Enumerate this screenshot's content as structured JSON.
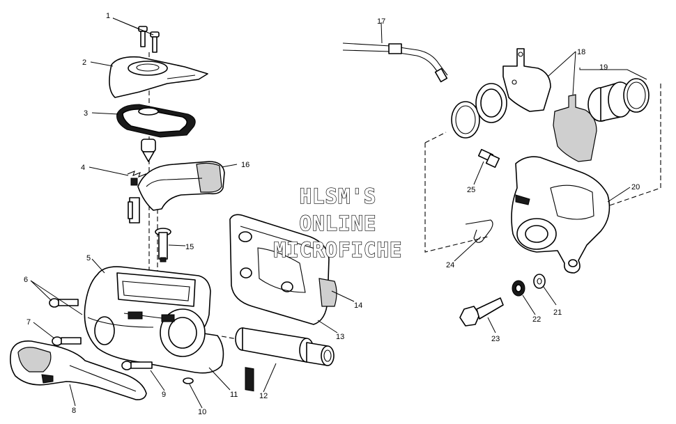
{
  "watermark": {
    "line1": "HLSM'S",
    "line2": "ONLINE",
    "line3": "MICROFICHE"
  },
  "callouts": [
    "1",
    "2",
    "3",
    "4",
    "5",
    "6",
    "7",
    "8",
    "9",
    "10",
    "11",
    "12",
    "13",
    "14",
    "15",
    "16",
    "17",
    "18",
    "19",
    "20",
    "21",
    "22",
    "23",
    "24",
    "25"
  ]
}
